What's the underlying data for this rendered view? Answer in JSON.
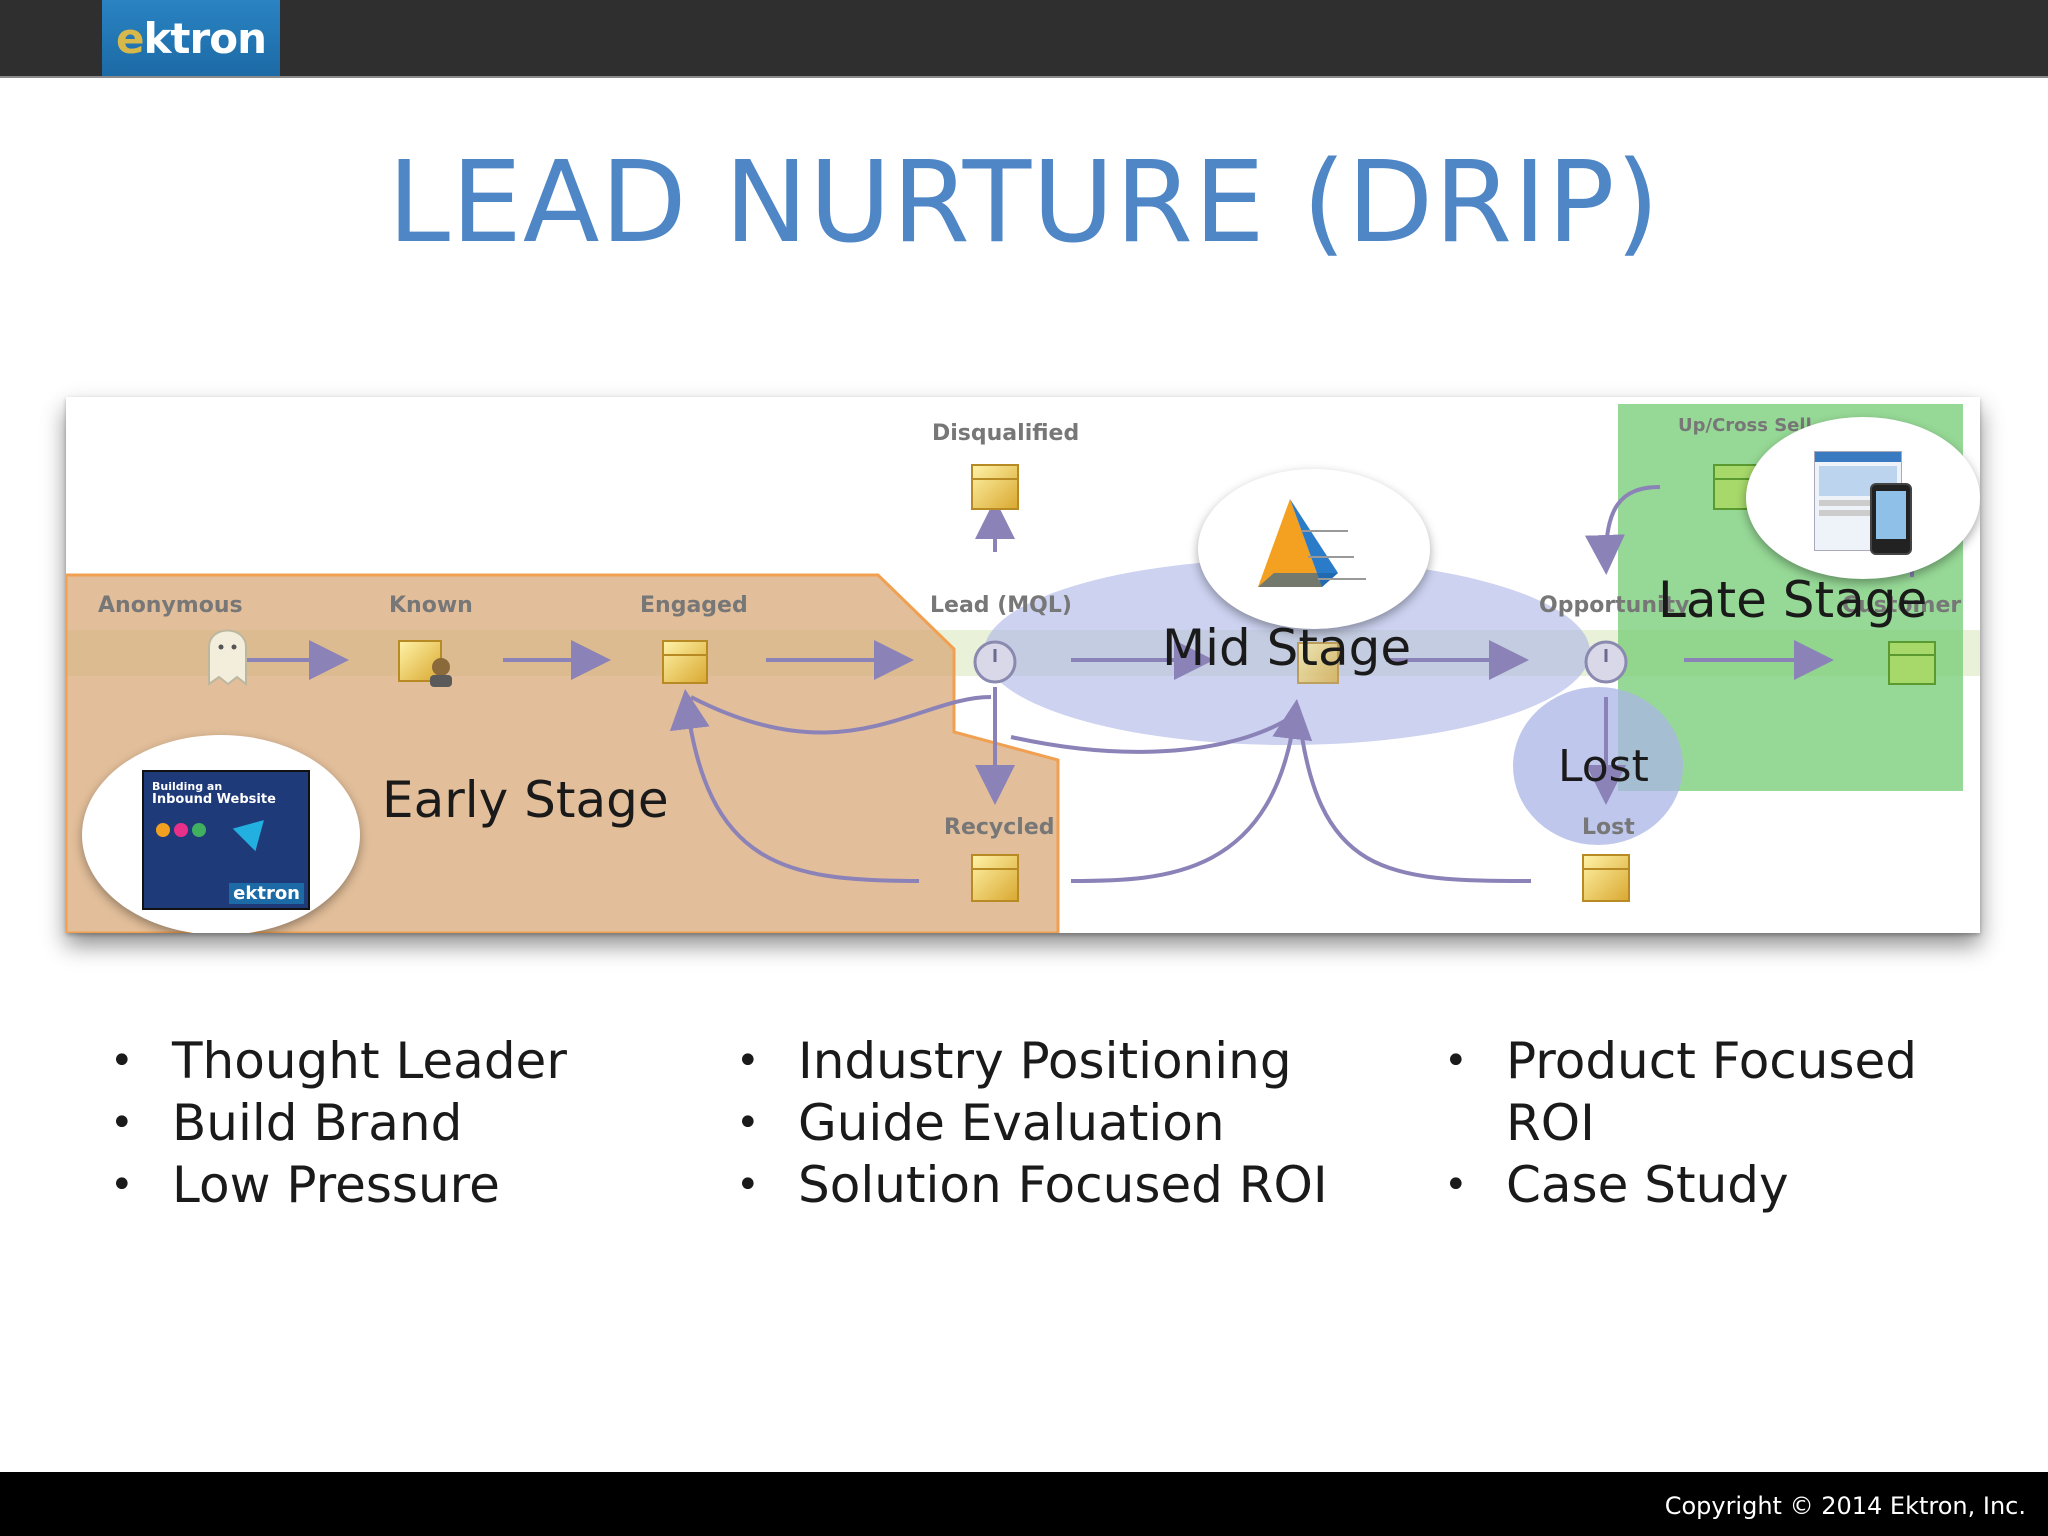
{
  "header": {
    "logo_text_e": "e",
    "logo_text_rest": "ktron"
  },
  "title": "LEAD NURTURE (DRIP)",
  "diagram": {
    "nodes": {
      "anonymous": "Anonymous",
      "known": "Known",
      "engaged": "Engaged",
      "lead": "Lead (MQL)",
      "disqualified": "Disqualified",
      "recycled": "Recycled",
      "opportunity": "Opportunity",
      "customer": "Customer",
      "upcross": "Up/Cross Sell",
      "lost": "Lost"
    },
    "stages": {
      "early": "Early Stage",
      "mid": "Mid Stage",
      "late": "Late Stage",
      "lost": "Lost"
    },
    "book": {
      "line1": "Building an",
      "line2": "Inbound Website",
      "brand": "ektron"
    },
    "colors": {
      "early_fill": "#d8a878",
      "early_stroke": "#f0a050",
      "mid_fill": "#aab4e6",
      "late_fill": "#7ccf7c",
      "arrow": "#8b82b8"
    }
  },
  "columns": [
    {
      "items": [
        "Thought Leader",
        "Build Brand",
        "Low Pressure"
      ]
    },
    {
      "items": [
        "Industry Positioning",
        "Guide Evaluation",
        "Solution Focused ROI"
      ]
    },
    {
      "items": [
        "Product Focused",
        "ROI",
        "Case Study"
      ]
    }
  ],
  "footer": {
    "copyright": "Copyright © 2014 Ektron, Inc."
  }
}
